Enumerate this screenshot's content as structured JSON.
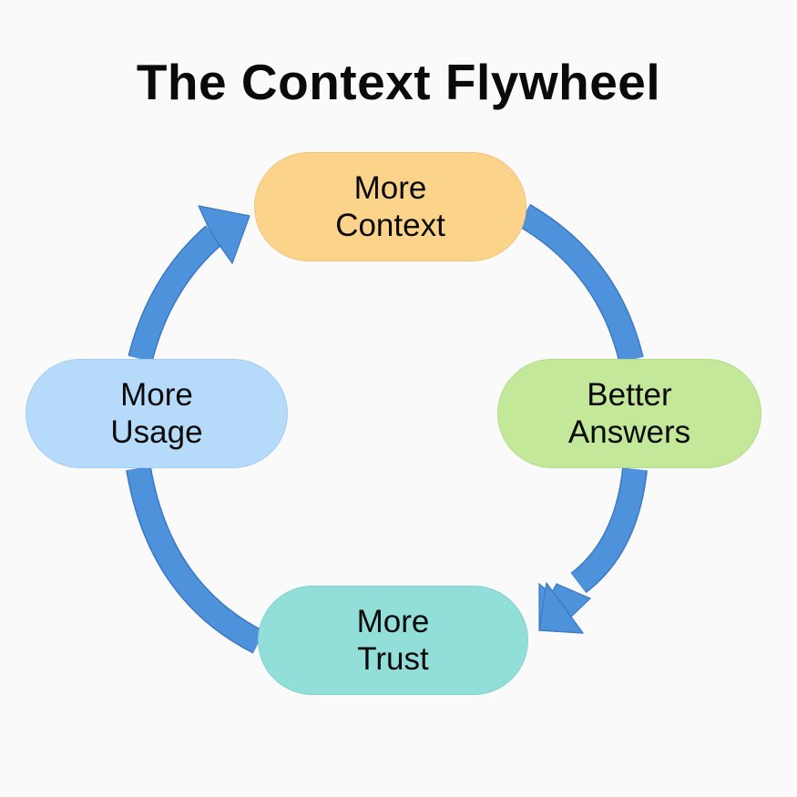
{
  "title": "The Context Flywheel",
  "colors": {
    "arrow": "#4f92dc",
    "arrow_outline": "#3a78c2",
    "background": "#fafafa"
  },
  "nodes": [
    {
      "id": "context",
      "lines": [
        "More",
        "Context"
      ],
      "color": "#fbd38a"
    },
    {
      "id": "answers",
      "lines": [
        "Better",
        "Answers"
      ],
      "color": "#c3e89a"
    },
    {
      "id": "trust",
      "lines": [
        "More",
        "Trust"
      ],
      "color": "#91dfd8"
    },
    {
      "id": "usage",
      "lines": [
        "More",
        "Usage"
      ],
      "color": "#b6dbfa"
    }
  ],
  "arrows": [
    {
      "from": "More Context",
      "to": "Better Answers",
      "arrowhead": false
    },
    {
      "from": "Better Answers",
      "to": "More Trust",
      "arrowhead": true
    },
    {
      "from": "More Trust",
      "to": "More Usage",
      "arrowhead": false
    },
    {
      "from": "More Usage",
      "to": "More Context",
      "arrowhead": true
    }
  ]
}
